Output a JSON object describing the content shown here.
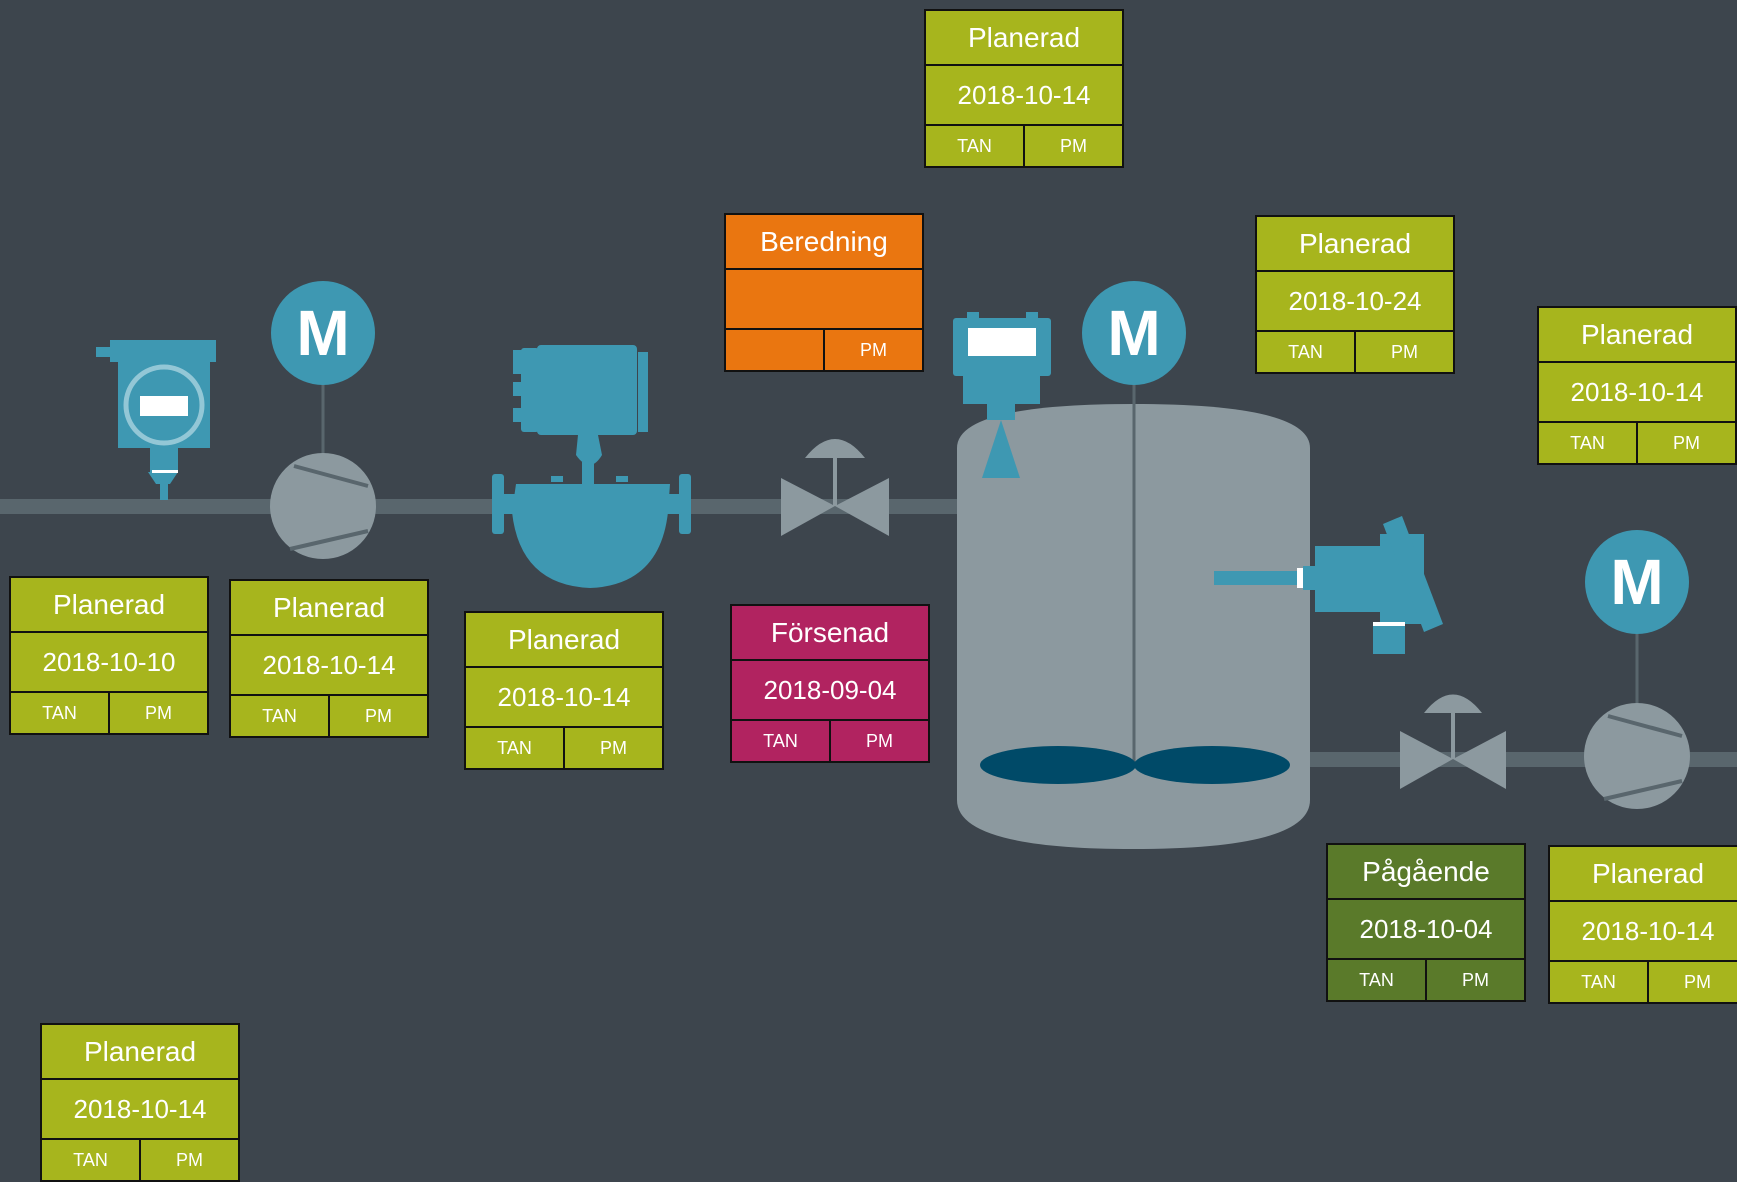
{
  "colors": {
    "background": "#3d454d",
    "planerad": "#a7b51d",
    "beredning": "#ea7610",
    "forsenad": "#b12360",
    "pagaende": "#5a7a2a",
    "equipment_blue": "#3e98b2",
    "tank_grey": "#8c999f",
    "pipe_grey": "#59666d",
    "impeller": "#004a68"
  },
  "motor_letter": "M",
  "cards": [
    {
      "id": "top-center",
      "status": "Planerad",
      "date": "2018-10-14",
      "tag1": "TAN",
      "tag2": "PM",
      "color": "#a7b51d"
    },
    {
      "id": "beredning",
      "status": "Beredning",
      "date": "",
      "tag1": "",
      "tag2": "PM",
      "color": "#ea7610"
    },
    {
      "id": "upper-right",
      "status": "Planerad",
      "date": "2018-10-24",
      "tag1": "TAN",
      "tag2": "PM",
      "color": "#a7b51d"
    },
    {
      "id": "far-right",
      "status": "Planerad",
      "date": "2018-10-14",
      "tag1": "TAN",
      "tag2": "PM",
      "color": "#a7b51d"
    },
    {
      "id": "left-1",
      "status": "Planerad",
      "date": "2018-10-10",
      "tag1": "TAN",
      "tag2": "PM",
      "color": "#a7b51d"
    },
    {
      "id": "left-2",
      "status": "Planerad",
      "date": "2018-10-14",
      "tag1": "TAN",
      "tag2": "PM",
      "color": "#a7b51d"
    },
    {
      "id": "flowmeter",
      "status": "Planerad",
      "date": "2018-10-14",
      "tag1": "TAN",
      "tag2": "PM",
      "color": "#a7b51d"
    },
    {
      "id": "forsenad",
      "status": "Försenad",
      "date": "2018-09-04",
      "tag1": "TAN",
      "tag2": "PM",
      "color": "#b12360"
    },
    {
      "id": "pagaende",
      "status": "Pågående",
      "date": "2018-10-04",
      "tag1": "TAN",
      "tag2": "PM",
      "color": "#5a7a2a"
    },
    {
      "id": "lower-right",
      "status": "Planerad",
      "date": "2018-10-14",
      "tag1": "TAN",
      "tag2": "PM",
      "color": "#a7b51d"
    },
    {
      "id": "bottom-left",
      "status": "Planerad",
      "date": "2018-10-14",
      "tag1": "TAN",
      "tag2": "PM",
      "color": "#a7b51d"
    }
  ]
}
